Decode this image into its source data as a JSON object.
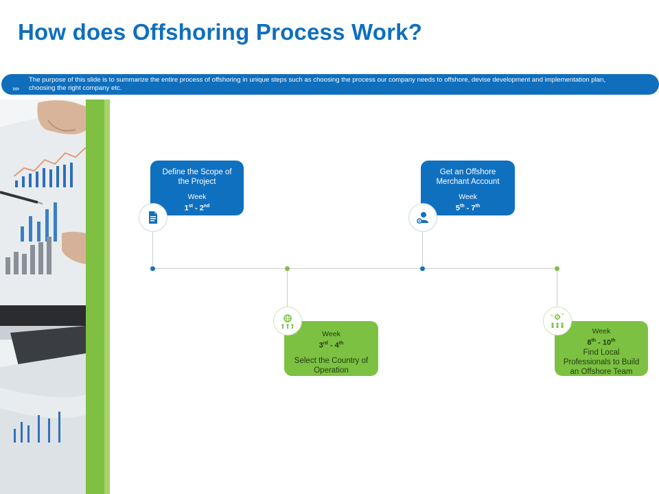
{
  "slide": {
    "title": "How does Offshoring Process Work?",
    "description": "The purpose of this slide is to summarize the entire process of offshoring in unique steps such as choosing the process our company needs to offshore, devise development and implementation  plan, choosing the right company etc.",
    "banner_chevrons": "»»"
  },
  "colors": {
    "blue": "#1070c0",
    "green": "#7cc142",
    "title": "#0f6fbd"
  },
  "steps": [
    {
      "label": "Define the Scope of the Project",
      "week_label": "Week",
      "week_start": "1",
      "week_start_sup": "st",
      "sep": " - ",
      "week_end": "2",
      "week_end_sup": "nd",
      "icon": "document-icon",
      "color": "blue"
    },
    {
      "label": "Select the Country of Operation",
      "week_label": "Week",
      "week_start": "3",
      "week_start_sup": "rd",
      "sep": " - ",
      "week_end": "4",
      "week_end_sup": "th",
      "icon": "globe-people-icon",
      "color": "green"
    },
    {
      "label": "Get an Offshore Merchant Account",
      "week_label": "Week",
      "week_start": "5",
      "week_start_sup": "th",
      "sep": " - ",
      "week_end": "7",
      "week_end_sup": "th",
      "icon": "account-user-icon",
      "color": "blue"
    },
    {
      "label": "Find Local Professionals to Build an Offshore Team",
      "week_label": "Week",
      "week_start": "8",
      "week_start_sup": "th",
      "sep": " - ",
      "week_end": "10",
      "week_end_sup": "th",
      "icon": "team-gear-icon",
      "color": "green"
    }
  ]
}
